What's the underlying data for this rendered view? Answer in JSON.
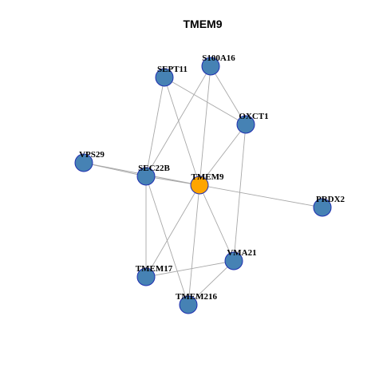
{
  "graph": {
    "title": "TMEM9",
    "colors": {
      "center_fill": "#FFA500",
      "node_fill": "#4682B4",
      "node_border": "#1F2FB0",
      "edge": "#A8A8A8"
    },
    "center": "TMEM9",
    "nodes": [
      {
        "id": "S100A16",
        "label": "S100A16"
      },
      {
        "id": "SEPT11",
        "label": "SEPT11"
      },
      {
        "id": "OXCT1",
        "label": "OXCT1"
      },
      {
        "id": "VPS29",
        "label": "VPS29"
      },
      {
        "id": "SEC22B",
        "label": "SEC22B"
      },
      {
        "id": "TMEM9",
        "label": "TMEM9"
      },
      {
        "id": "PRDX2",
        "label": "PRDX2"
      },
      {
        "id": "VMA21",
        "label": "VMA21"
      },
      {
        "id": "TMEM17",
        "label": "TMEM17"
      },
      {
        "id": "TMEM216",
        "label": "TMEM216"
      }
    ],
    "edges": [
      [
        "SEPT11",
        "OXCT1"
      ],
      [
        "SEPT11",
        "SEC22B"
      ],
      [
        "SEPT11",
        "TMEM9"
      ],
      [
        "S100A16",
        "OXCT1"
      ],
      [
        "S100A16",
        "SEC22B"
      ],
      [
        "S100A16",
        "TMEM9"
      ],
      [
        "OXCT1",
        "TMEM9"
      ],
      [
        "OXCT1",
        "VMA21"
      ],
      [
        "VPS29",
        "SEC22B"
      ],
      [
        "VPS29",
        "TMEM9"
      ],
      [
        "SEC22B",
        "TMEM9"
      ],
      [
        "SEC22B",
        "TMEM17"
      ],
      [
        "SEC22B",
        "TMEM216"
      ],
      [
        "TMEM9",
        "PRDX2"
      ],
      [
        "TMEM9",
        "VMA21"
      ],
      [
        "TMEM9",
        "TMEM17"
      ],
      [
        "TMEM9",
        "TMEM216"
      ],
      [
        "VMA21",
        "TMEM17"
      ],
      [
        "VMA21",
        "TMEM216"
      ]
    ]
  }
}
